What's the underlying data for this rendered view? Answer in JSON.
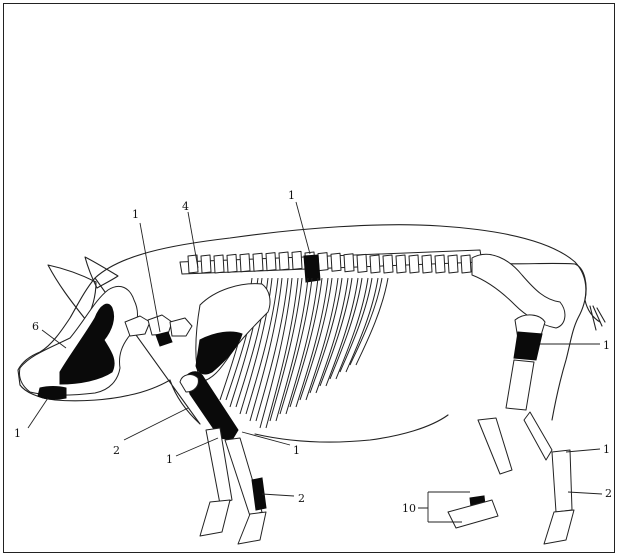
{
  "figure": {
    "background": "#ffffff",
    "ink": "#222222",
    "highlight": "#0a0a0a"
  },
  "labels": [
    {
      "id": "l1-cervical",
      "text": "1"
    },
    {
      "id": "l4",
      "text": "4"
    },
    {
      "id": "l1-thoracic",
      "text": "1"
    },
    {
      "id": "l6",
      "text": "6"
    },
    {
      "id": "l1-jaw",
      "text": "1"
    },
    {
      "id": "l2-shoulder",
      "text": "2"
    },
    {
      "id": "l1-forelimb-lower",
      "text": "1"
    },
    {
      "id": "l1-elbow",
      "text": "1"
    },
    {
      "id": "l2-forelimb-cannon",
      "text": "2"
    },
    {
      "id": "l1-tibia",
      "text": "1"
    },
    {
      "id": "l1-hock",
      "text": "1"
    },
    {
      "id": "l2-hindlimb-cannon",
      "text": "2"
    },
    {
      "id": "l10",
      "text": "10"
    }
  ]
}
